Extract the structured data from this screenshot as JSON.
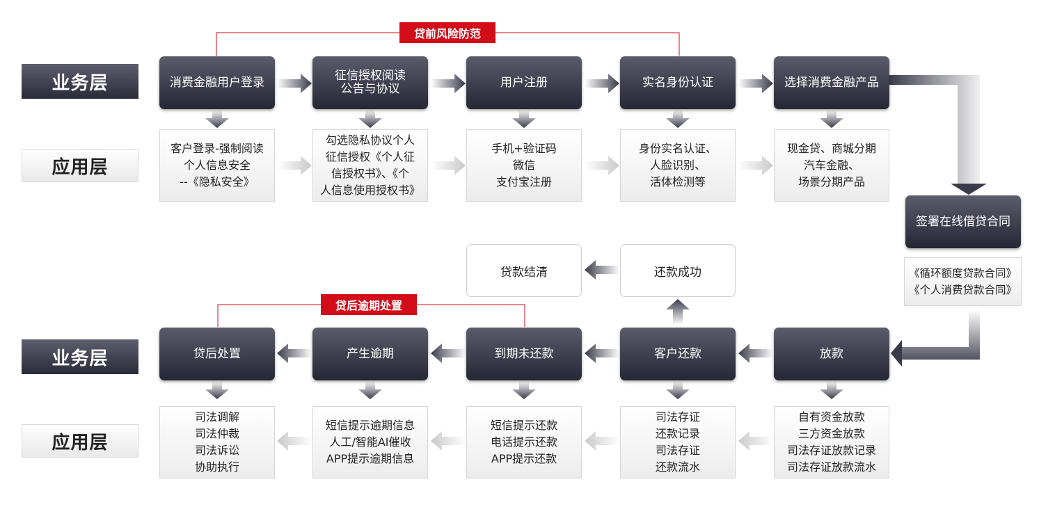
{
  "colors": {
    "dark_top": "#5b5c6b",
    "dark_bottom": "#262735",
    "red_tag": "#d20c19",
    "line_red": "#d20c19"
  },
  "layers": {
    "top_business": "业务层",
    "top_application": "应用层",
    "bottom_business": "业务层",
    "bottom_application": "应用层"
  },
  "pre_loan_tag": "贷前风险防范",
  "post_loan_tag": "贷后逾期处置",
  "top_row": {
    "business": [
      "消费金融用户登录",
      "征信授权阅读公告与协议",
      "用户注册",
      "实名身份认证",
      "选择消费金融产品"
    ],
    "business_lines": [
      [
        "消费金融用户登录"
      ],
      [
        "征信授权阅读",
        "公告与协议"
      ],
      [
        "用户注册"
      ],
      [
        "实名身份认证"
      ],
      [
        "选择消费金融产品"
      ]
    ],
    "application": [
      [
        "客户登录-强制阅读",
        "个人信息安全",
        "--《隐私安全》"
      ],
      [
        "勾选隐私协议个人",
        "征信授权《个人征",
        "信授权书》、《个",
        "人信息使用授权书》"
      ],
      [
        "手机+验证码",
        "微信",
        "支付宝注册"
      ],
      [
        "身份实名认证、",
        "人脸识别、",
        "活体检测等"
      ],
      [
        "现金贷、商城分期",
        "汽车金融、",
        "场景分期产品"
      ]
    ]
  },
  "contract": {
    "business": "签署在线借贷合同",
    "application": [
      "《循环额度贷款合同》",
      "《个人消费贷款合同》"
    ]
  },
  "middle": {
    "repay_success": "还款成功",
    "loan_settled": "贷款结清"
  },
  "bottom_row": {
    "business": [
      "贷后处置",
      "产生逾期",
      "到期未还款",
      "客户还款",
      "放款"
    ],
    "application": [
      [
        "司法调解",
        "司法仲裁",
        "司法诉讼",
        "协助执行"
      ],
      [
        "短信提示逾期信息",
        "人工/智能AI催收",
        "APP提示逾期信息"
      ],
      [
        "短信提示还款",
        "电话提示还款",
        "APP提示还款"
      ],
      [
        "司法存证",
        "还款记录",
        "司法存证",
        "还款流水"
      ],
      [
        "自有资金放款",
        "三方资金放款",
        "司法存证放款记录",
        "司法存证放款流水"
      ]
    ]
  }
}
